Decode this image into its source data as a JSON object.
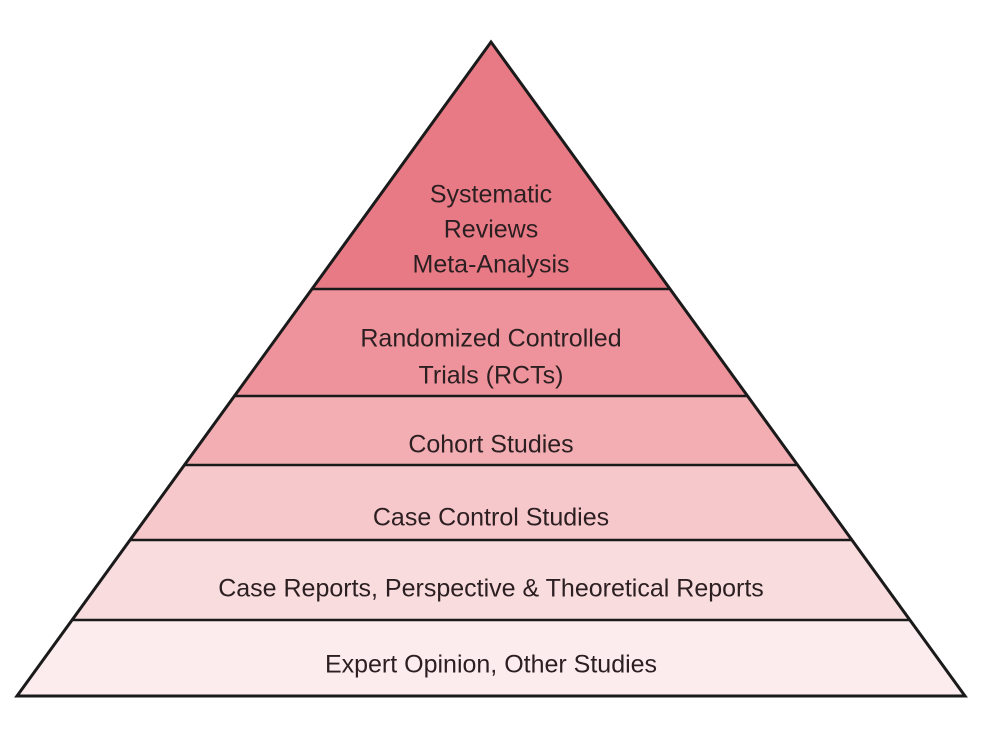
{
  "diagram": {
    "type": "evidence-pyramid",
    "outline_color": "#1a1a1a",
    "tiers": [
      {
        "lines": [
          "Systematic",
          "Reviews",
          "Meta-Analysis"
        ],
        "color": "#e87a85"
      },
      {
        "lines": [
          "Randomized Controlled",
          "Trials (RCTs)"
        ],
        "color": "#ee939b"
      },
      {
        "lines": [
          "Cohort Studies"
        ],
        "color": "#f2aeb3"
      },
      {
        "lines": [
          "Case Control Studies"
        ],
        "color": "#f6c7cb"
      },
      {
        "lines": [
          "Case Reports, Perspective & Theoretical Reports"
        ],
        "color": "#f9dcde"
      },
      {
        "lines": [
          "Expert Opinion, Other Studies"
        ],
        "color": "#fcecee"
      }
    ]
  }
}
